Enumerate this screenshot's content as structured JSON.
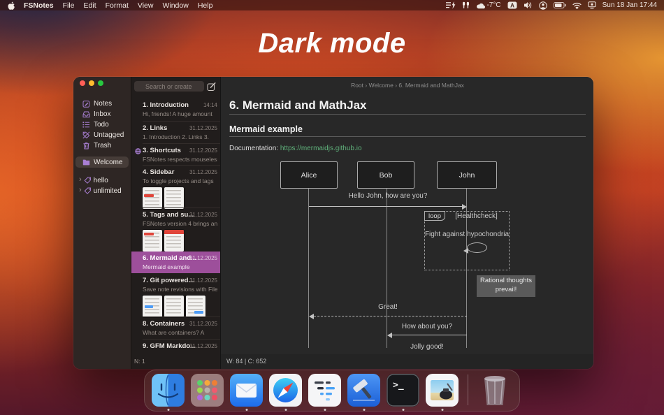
{
  "wallpaper": {
    "caption": "Dark mode"
  },
  "ui": {
    "chevron": "›"
  },
  "menu_bar": {
    "app_name": "FSNotes",
    "menus": [
      "File",
      "Edit",
      "Format",
      "View",
      "Window",
      "Help"
    ],
    "temperature": "-7°C",
    "input_source": "A",
    "clock": "Sun 18 Jan 17:44"
  },
  "sidebar": {
    "items": [
      {
        "label": "Notes",
        "icon": "notes-icon"
      },
      {
        "label": "Inbox",
        "icon": "inbox-icon"
      },
      {
        "label": "Todo",
        "icon": "todo-icon"
      },
      {
        "label": "Untagged",
        "icon": "untagged-icon"
      },
      {
        "label": "Trash",
        "icon": "trash-icon"
      }
    ],
    "selected_project": "Welcome",
    "tags": [
      {
        "label": "hello"
      },
      {
        "label": "unlimited"
      }
    ]
  },
  "notes_list": {
    "search_placeholder": "Search or create",
    "status": "N: 1",
    "notes": [
      {
        "title": "1. Introduction",
        "date": "14:14",
        "preview": "Hi, friends! A huge amount"
      },
      {
        "title": "2. Links",
        "date": "31.12.2025",
        "preview": "1. Introduction 2. Links 3."
      },
      {
        "title": "3. Shortcuts",
        "date": "31.12.2025",
        "preview": "FSNotes respects mouseless"
      },
      {
        "title": "4. Sidebar",
        "date": "31.12.2025",
        "preview": "To toggle projects and tags"
      },
      {
        "title": "5. Tags and su...",
        "date": "31.12.2025",
        "preview": "FSNotes version 4 brings an"
      },
      {
        "title": "6. Mermaid and...",
        "date": "31.12.2025",
        "preview": "Mermaid example"
      },
      {
        "title": "7. Git powered...",
        "date": "31.12.2025",
        "preview": "Save note revisions with File"
      },
      {
        "title": "8. Containers",
        "date": "31.12.2025",
        "preview": "What are containers? A"
      },
      {
        "title": "9. GFM Markdo...",
        "date": "31.12.2025",
        "preview": ""
      }
    ]
  },
  "editor": {
    "breadcrumb": "Root › Welcome › 6. Mermaid and MathJax",
    "title": "6. Mermaid and MathJax",
    "section": "Mermaid example",
    "doc_label": "Documentation: ",
    "doc_link": "https://mermaidjs.github.io",
    "status": "W: 84 | C: 652",
    "diagram": {
      "actors": [
        "Alice",
        "Bob",
        "John"
      ],
      "msg_hello": "Hello John, how are you?",
      "loop_label": "loop",
      "loop_condition": "[Healthcheck]",
      "loop_action": "Fight against hypochondria",
      "note": "Rational thoughts prevail!",
      "msg_great": "Great!",
      "msg_how": "How about you?",
      "msg_jolly": "Jolly good!"
    }
  },
  "colors": {
    "selection_purple": "#9d4f9b",
    "sidebar_icon_purple": "#a97fd4",
    "link_green": "#5fb07a"
  },
  "dock": {
    "terminal_glyph": ">_",
    "apps": [
      {
        "name": "finder",
        "running": true
      },
      {
        "name": "launchpad",
        "running": false
      },
      {
        "name": "mail",
        "running": true
      },
      {
        "name": "safari",
        "running": true
      },
      {
        "name": "fsnotes",
        "running": true
      },
      {
        "name": "xcode",
        "running": true
      },
      {
        "name": "terminal",
        "running": true
      },
      {
        "name": "preview",
        "running": true
      },
      {
        "name": "trash",
        "running": false
      }
    ]
  }
}
